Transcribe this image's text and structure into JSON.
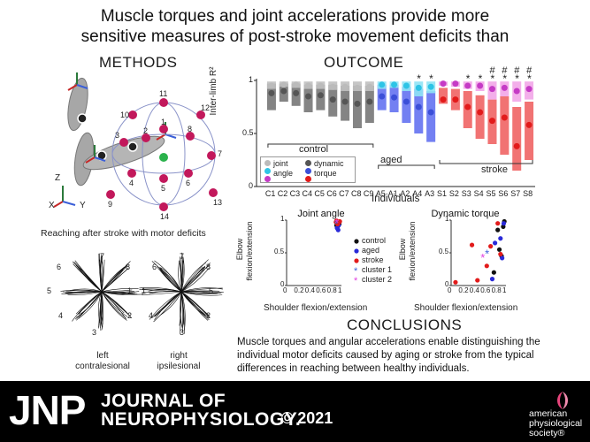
{
  "title_lines": [
    "Muscle torques and joint accelerations provide more",
    "sensitive measures of post-stroke movement deficits than"
  ],
  "methods": {
    "heading": "METHODS",
    "axis_labels": {
      "z": "Z",
      "x": "X",
      "y": "Y"
    },
    "target_numbers": [
      "1",
      "2",
      "3",
      "4",
      "5",
      "6",
      "7",
      "8",
      "9",
      "10",
      "11",
      "12",
      "13",
      "14"
    ],
    "caption": "Reaching after stroke with motor deficits",
    "trajectory_left": {
      "numbers": [
        "7",
        "8",
        "6",
        "1",
        "5",
        "4",
        "2",
        "3"
      ],
      "caption_line1": "left",
      "caption_line2": "contralesional"
    },
    "trajectory_right": {
      "numbers": [
        "7",
        "6",
        "8",
        "5",
        "1",
        "4",
        "2",
        "3"
      ],
      "caption_line1": "right",
      "caption_line2": "ipsilesional"
    }
  },
  "outcome": {
    "heading": "OUTCOME",
    "ylabel": "Inter-limb R²",
    "xlabel": "Individuals",
    "group_labels": {
      "control": "control",
      "aged": "aged",
      "stroke": "stroke"
    },
    "legend": {
      "joint": "joint",
      "angle": "angle",
      "dynamic": "dynamic",
      "torque": "torque"
    }
  },
  "joint_chart": {
    "title": "Joint angle",
    "xlabel": "Shoulder flexion/extension",
    "ylabel_line1": "Elbow",
    "ylabel_line2": "flexion/extension"
  },
  "torque_chart": {
    "title": "Dynamic torque"
  },
  "scatter_legend": [
    "control",
    "aged",
    "stroke",
    "cluster 1",
    "cluster 2"
  ],
  "conclusions": {
    "heading": "CONCLUSIONS",
    "text": "Muscle torques and angular accelerations enable distinguishing the individual motor deficits caused by aging or stroke from the typical differences in reaching between healthy individuals."
  },
  "footer": {
    "jnp": "JNP",
    "line1": "JOURNAL OF",
    "line2": "NEUROPHYSIOLOGY.",
    "copyright": "© 2021",
    "aps_line1": "american",
    "aps_line2": "physiological",
    "aps_line3": "society®"
  },
  "colors": {
    "grey": "#8c8c8c",
    "dark_grey": "#555555",
    "cyan": "#2ec4e6",
    "blue": "#3b4fd8",
    "magenta": "#c53bc5",
    "red": "#e21b1b",
    "pink_light": "#f2a6d6",
    "red_light": "#ee6a6a",
    "target": "#c2185b",
    "green": "#2bb24c"
  },
  "chart_data": [
    {
      "type": "bar",
      "title": "",
      "xlabel": "Individuals",
      "ylabel": "Inter-limb R²",
      "ylim": [
        0,
        1
      ],
      "yticks": [
        "0",
        "0.5",
        "1"
      ],
      "categories": [
        "C1",
        "C2",
        "C3",
        "C4",
        "C5",
        "C6",
        "C7",
        "C8",
        "C9",
        "A5",
        "A1",
        "A2",
        "A4",
        "A3",
        "S1",
        "S2",
        "S3",
        "S4",
        "S5",
        "S6",
        "S7",
        "S8"
      ],
      "groups": [
        "control",
        "control",
        "control",
        "control",
        "control",
        "control",
        "control",
        "control",
        "control",
        "aged",
        "aged",
        "aged",
        "aged",
        "aged",
        "stroke",
        "stroke",
        "stroke",
        "stroke",
        "stroke",
        "stroke",
        "stroke",
        "stroke"
      ],
      "markers": [
        "",
        "",
        "",
        "",
        "",
        "",
        "",
        "",
        "",
        "",
        "",
        "",
        "*",
        "*",
        "",
        "",
        "*",
        "*",
        "* #",
        "* #",
        "* #",
        "* #"
      ],
      "series": [
        {
          "name": "joint angle",
          "range_low": [
            0.92,
            0.94,
            0.93,
            0.92,
            0.92,
            0.91,
            0.9,
            0.9,
            0.9,
            0.92,
            0.93,
            0.9,
            0.85,
            0.88,
            0.95,
            0.94,
            0.92,
            0.9,
            0.82,
            0.85,
            0.8,
            0.82
          ],
          "range_high": [
            0.99,
            0.99,
            0.99,
            0.99,
            0.99,
            0.99,
            0.99,
            0.99,
            0.99,
            0.99,
            0.99,
            0.99,
            0.99,
            0.99,
            0.99,
            0.99,
            0.99,
            0.99,
            0.99,
            0.99,
            0.99,
            0.99
          ],
          "values": [
            0.95,
            0.96,
            0.96,
            0.95,
            0.95,
            0.94,
            0.94,
            0.93,
            0.94,
            0.96,
            0.96,
            0.95,
            0.93,
            0.94,
            0.97,
            0.97,
            0.95,
            0.95,
            0.92,
            0.93,
            0.9,
            0.92
          ]
        },
        {
          "name": "dynamic torque",
          "range_low": [
            0.72,
            0.8,
            0.76,
            0.7,
            0.72,
            0.66,
            0.62,
            0.55,
            0.6,
            0.72,
            0.7,
            0.6,
            0.5,
            0.42,
            0.78,
            0.72,
            0.55,
            0.45,
            0.4,
            0.3,
            0.15,
            0.25
          ],
          "range_high": [
            0.97,
            0.97,
            0.97,
            0.96,
            0.96,
            0.96,
            0.95,
            0.95,
            0.95,
            0.96,
            0.96,
            0.94,
            0.92,
            0.9,
            0.93,
            0.92,
            0.9,
            0.86,
            0.82,
            0.85,
            0.75,
            0.8
          ],
          "values": [
            0.88,
            0.9,
            0.88,
            0.85,
            0.86,
            0.82,
            0.8,
            0.78,
            0.8,
            0.85,
            0.84,
            0.8,
            0.75,
            0.7,
            0.82,
            0.82,
            0.75,
            0.7,
            0.62,
            0.65,
            0.38,
            0.58
          ]
        }
      ]
    },
    {
      "type": "scatter",
      "title": "Joint angle",
      "xlabel": "Shoulder flexion/extension",
      "ylabel": "Elbow flexion/extension",
      "xlim": [
        0,
        1
      ],
      "ylim": [
        0,
        1
      ],
      "xticks": [
        "0",
        "0.2",
        "0.4",
        "0.6",
        "0.8",
        "1"
      ],
      "yticks": [
        "0",
        "0.5",
        "1"
      ],
      "series": [
        {
          "name": "control",
          "points": [
            [
              0.92,
              0.93
            ],
            [
              0.94,
              0.95
            ],
            [
              0.93,
              0.9
            ],
            [
              0.95,
              0.97
            ],
            [
              0.91,
              0.92
            ],
            [
              0.96,
              0.94
            ]
          ]
        },
        {
          "name": "aged",
          "points": [
            [
              0.93,
              0.96
            ],
            [
              0.95,
              0.92
            ],
            [
              0.92,
              0.88
            ],
            [
              0.96,
              0.97
            ],
            [
              0.94,
              0.85
            ]
          ]
        },
        {
          "name": "stroke",
          "points": [
            [
              0.9,
              0.97
            ],
            [
              0.95,
              0.96
            ],
            [
              0.93,
              0.94
            ],
            [
              0.97,
              0.98
            ],
            [
              0.91,
              0.99
            ]
          ]
        },
        {
          "name": "cluster 1",
          "points": [
            [
              0.93,
              0.93
            ]
          ]
        },
        {
          "name": "cluster 2",
          "points": [
            [
              0.94,
              0.95
            ]
          ]
        }
      ]
    },
    {
      "type": "scatter",
      "title": "Dynamic torque",
      "xlabel": "Shoulder flexion/extension",
      "ylabel": "Elbow flexion/extension",
      "xlim": [
        0,
        1
      ],
      "ylim": [
        0,
        1
      ],
      "xticks": [
        "0",
        "0.2",
        "0.4",
        "0.6",
        "0.8",
        "1"
      ],
      "yticks": [
        "0",
        "0.5",
        "1"
      ],
      "series": [
        {
          "name": "control",
          "points": [
            [
              0.88,
              0.55
            ],
            [
              0.95,
              0.9
            ],
            [
              0.92,
              0.45
            ],
            [
              0.97,
              0.98
            ],
            [
              0.78,
              0.2
            ],
            [
              0.85,
              0.85
            ]
          ]
        },
        {
          "name": "aged",
          "points": [
            [
              0.9,
              0.72
            ],
            [
              0.8,
              0.65
            ],
            [
              0.93,
              0.42
            ],
            [
              0.75,
              0.1
            ],
            [
              0.96,
              0.95
            ]
          ]
        },
        {
          "name": "stroke",
          "points": [
            [
              0.08,
              0.05
            ],
            [
              0.38,
              0.62
            ],
            [
              0.48,
              0.08
            ],
            [
              0.65,
              0.3
            ],
            [
              0.85,
              0.95
            ],
            [
              0.72,
              0.6
            ],
            [
              0.9,
              0.48
            ]
          ]
        },
        {
          "name": "cluster 1",
          "points": [
            [
              0.68,
              0.48
            ]
          ]
        },
        {
          "name": "cluster 2",
          "points": [
            [
              0.6,
              0.42
            ]
          ]
        }
      ]
    }
  ]
}
